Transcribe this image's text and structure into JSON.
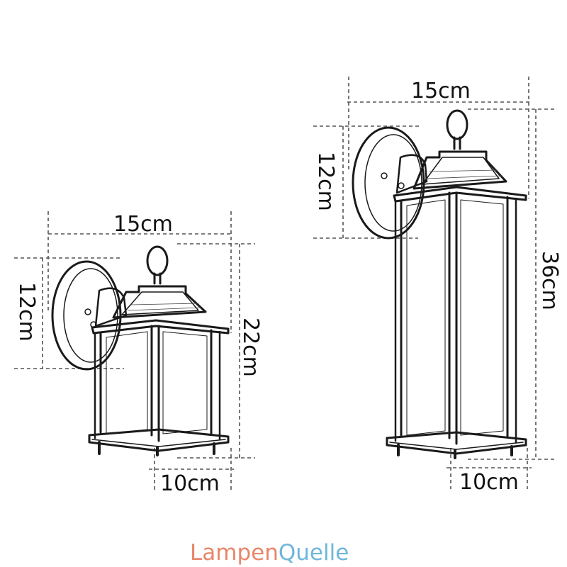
{
  "lamps": [
    {
      "id": "small",
      "width_label": "15cm",
      "backplate_label": "12cm",
      "height_label": "22cm",
      "base_label": "10cm"
    },
    {
      "id": "large",
      "width_label": "15cm",
      "backplate_label": "12cm",
      "height_label": "36cm",
      "base_label": "10cm"
    }
  ],
  "brand": {
    "part1": "Lampen",
    "part2": "Quelle",
    "color1": "#e8866a",
    "color2": "#6fb6dc"
  }
}
